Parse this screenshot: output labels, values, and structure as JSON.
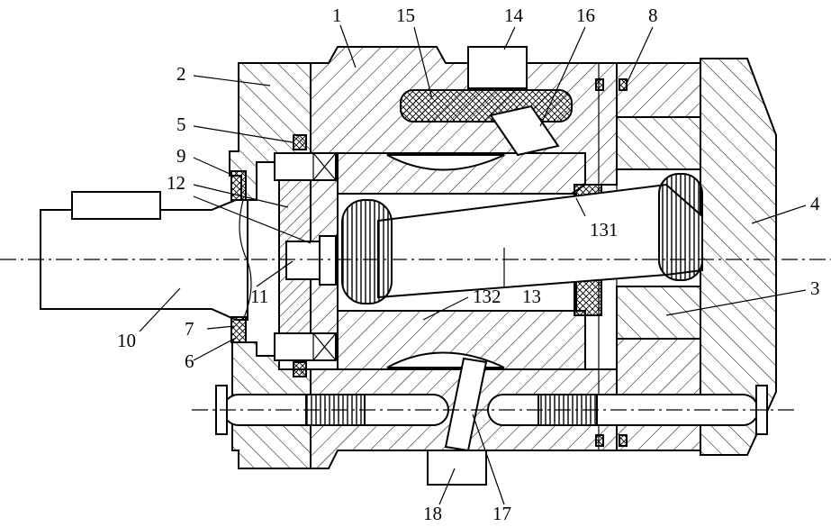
{
  "labels": {
    "l1": "1",
    "l2": "2",
    "l3": "3",
    "l4": "4",
    "l5": "5",
    "l6": "6",
    "l7": "7",
    "l8": "8",
    "l9": "9",
    "l10": "10",
    "l11": "11",
    "l12": "12",
    "l13": "13",
    "l14": "14",
    "l15": "15",
    "l16": "16",
    "l17": "17",
    "l18": "18",
    "l131": "131",
    "l132": "132"
  },
  "colors": {
    "line": "#000000",
    "background": "#ffffff"
  }
}
